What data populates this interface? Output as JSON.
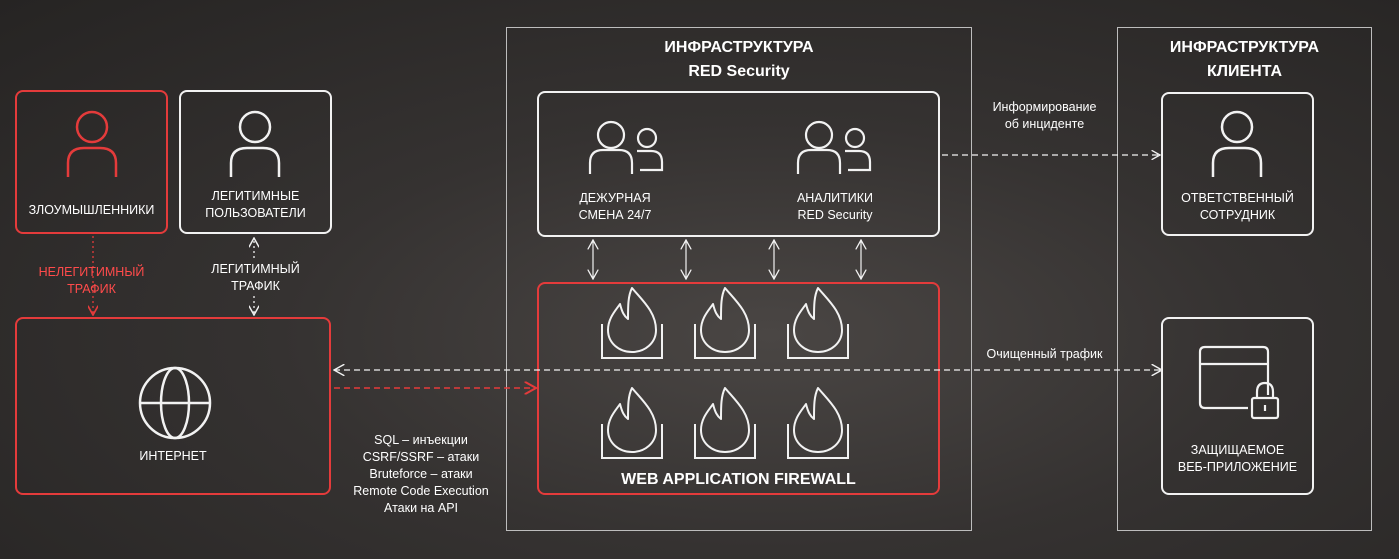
{
  "panels": {
    "red_security": {
      "title_line1": "ИНФРАСТРУКТУРА",
      "title_line2": "RED Security"
    },
    "client": {
      "title_line1": "ИНФРАСТРУКТУРА",
      "title_line2": "КЛИЕНТА"
    }
  },
  "actors": {
    "attackers": "ЗЛОУМЫШЛЕННИКИ",
    "legit_users": {
      "line1": "ЛЕГИТИМНЫЕ",
      "line2": "ПОЛЬЗОВАТЕЛИ"
    },
    "internet": "ИНТЕРНЕТ",
    "duty_shift": {
      "line1": "ДЕЖУРНАЯ",
      "line2": "СМЕНА 24/7"
    },
    "analysts": {
      "line1": "АНАЛИТИКИ",
      "line2": "RED Security"
    },
    "responsible": {
      "line1": "ОТВЕТСТВЕННЫЙ",
      "line2": "СОТРУДНИК"
    },
    "protected_app": {
      "line1": "ЗАЩИЩАЕМОЕ",
      "line2": "ВЕБ-ПРИЛОЖЕНИЕ"
    },
    "waf": "WEB APPLICATION FIREWALL"
  },
  "flows": {
    "illegit": {
      "line1": "НЕЛЕГИТИМНЫЙ",
      "line2": "ТРАФИК"
    },
    "legit": {
      "line1": "ЛЕГИТИМНЫЙ",
      "line2": "ТРАФИК"
    },
    "inform": {
      "line1": "Информирование",
      "line2": "об инциденте"
    },
    "clean": "Очищенный трафик"
  },
  "attacks": [
    "SQL – инъекции",
    "CSRF/SSRF – атаки",
    "Bruteforce – атаки",
    "Remote Code Execution",
    "Атаки на API"
  ],
  "colors": {
    "accent_red": "#e43b3b",
    "white": "#f2f2f2",
    "panel_border": "#bdbdbd"
  }
}
